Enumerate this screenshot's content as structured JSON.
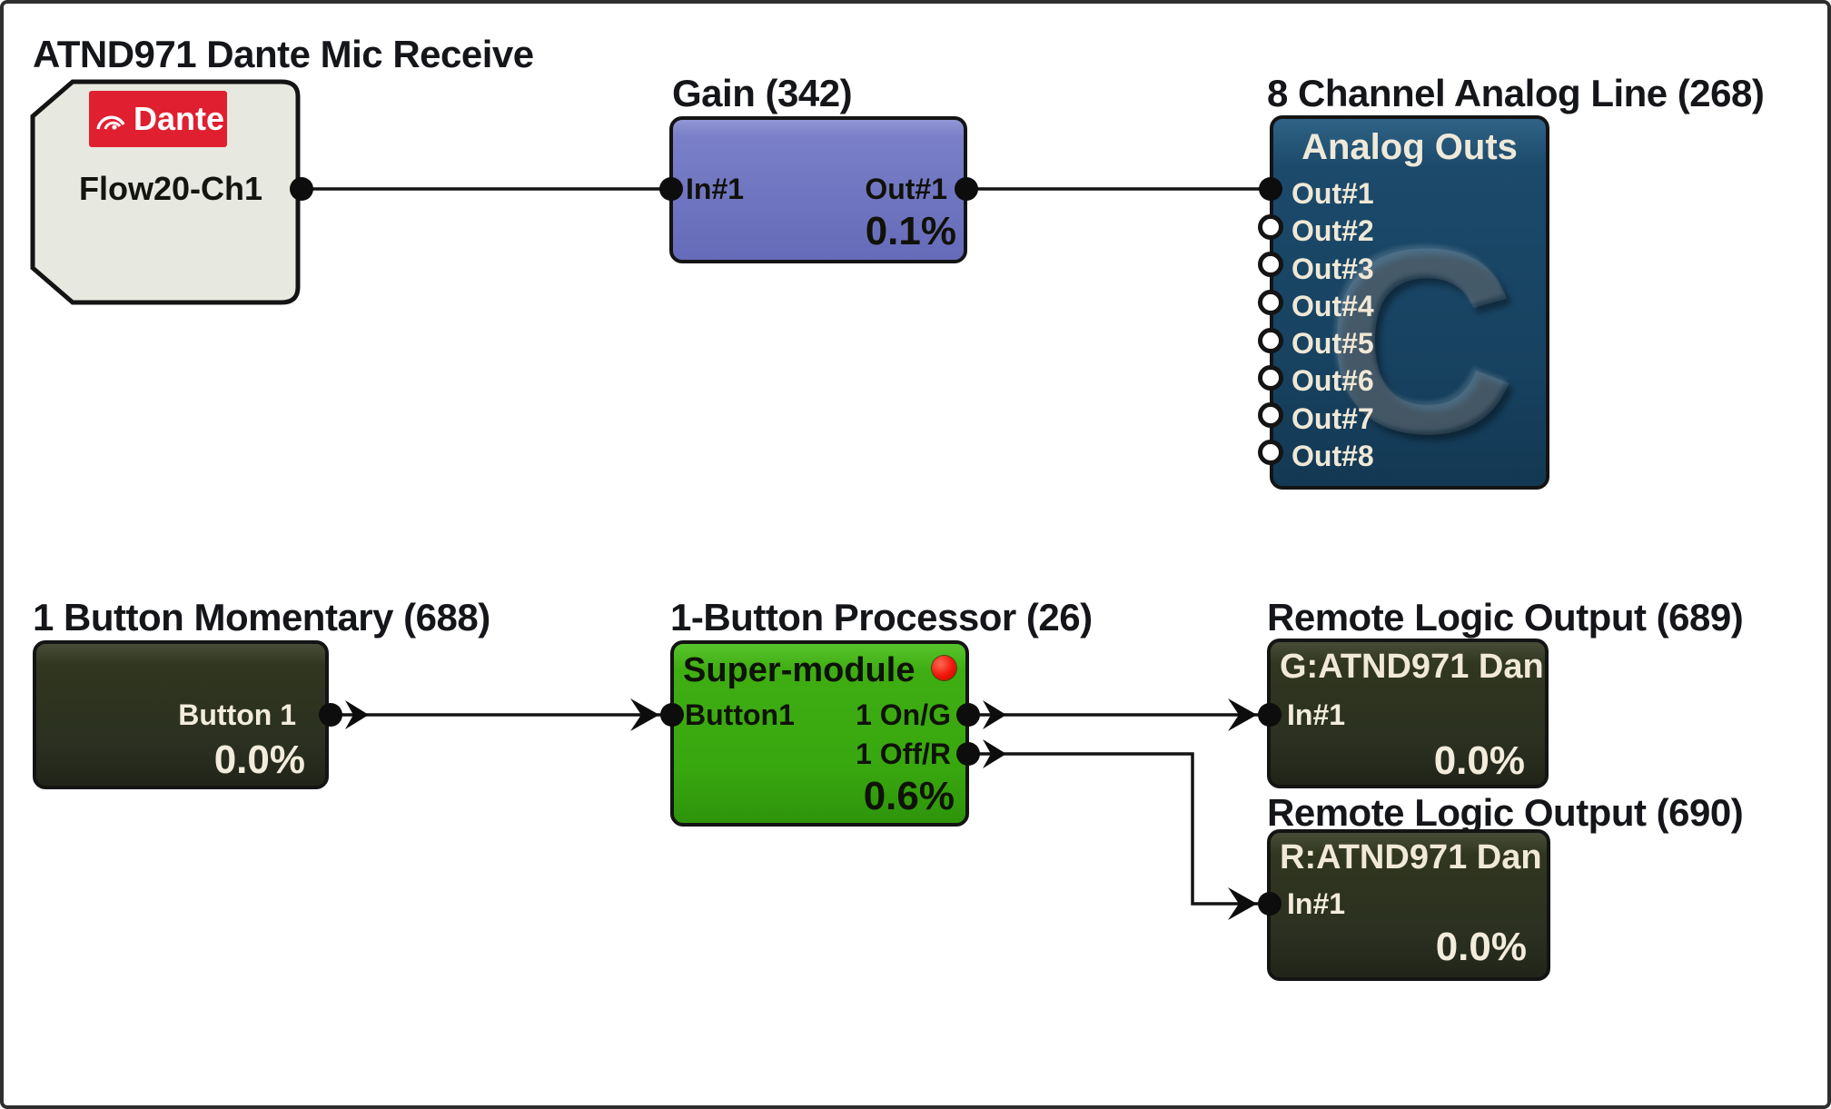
{
  "blocks": {
    "dante_receive": {
      "title": "ATND971 Dante Mic Receive",
      "logo": "Dante",
      "channel": "Flow20-Ch1"
    },
    "gain": {
      "title": "Gain (342)",
      "input": "In#1",
      "output": "Out#1",
      "percent": "0.1%"
    },
    "analog_line": {
      "title": "8 Channel Analog Line (268)",
      "header": "Analog Outs",
      "watermark": "C",
      "outputs": [
        "Out#1",
        "Out#2",
        "Out#3",
        "Out#4",
        "Out#5",
        "Out#6",
        "Out#7",
        "Out#8"
      ]
    },
    "momentary": {
      "title": "1 Button Momentary (688)",
      "output": "Button 1",
      "percent": "0.0%"
    },
    "processor": {
      "title": "1-Button Processor (26)",
      "header": "Super-module",
      "input": "Button1",
      "output_on": "1 On/G",
      "output_off": "1 Off/R",
      "percent": "0.6%"
    },
    "logic_g": {
      "title": "Remote Logic Output (689)",
      "header": "G:ATND971 Dan",
      "input": "In#1",
      "percent": "0.0%"
    },
    "logic_r": {
      "title": "Remote Logic Output (690)",
      "header": "R:ATND971 Dan",
      "input": "In#1",
      "percent": "0.0%"
    }
  },
  "colors": {
    "canvas_bg": "#ffffff",
    "frame_border": "#2e2e2e",
    "wire": "#141414",
    "dante_fill": "#e7e8e0",
    "dante_logo_red": "#e01f30",
    "gain_fill": "#6f74c0",
    "analog_fill": "#17415f",
    "dark_block_fill": "#2b3021",
    "processor_green": "#38a70f",
    "led_red": "#ee1205",
    "light_text": "#f2ecdc"
  }
}
